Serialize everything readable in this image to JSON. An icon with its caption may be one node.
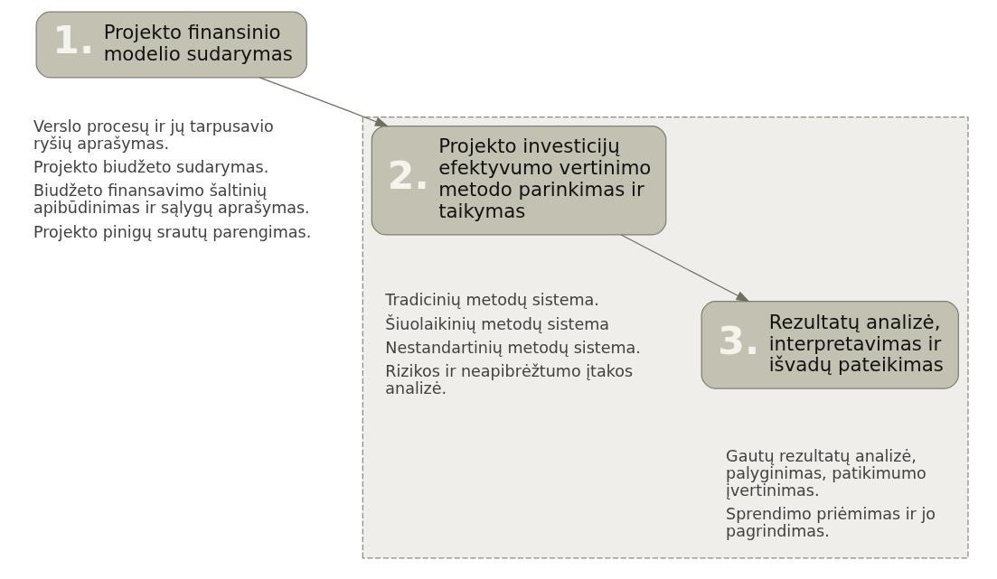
{
  "diagram": {
    "nodes": [
      {
        "text": [
          "1.",
          "Projekto finansinio modelio sudarymas"
        ],
        "beside": [
          "Verslo procesų ir jų tarpusavio ryšių aprašymas.",
          "Projekto biudžeto sudarymas.",
          "Biudžeto finansavimo šaltinių apibūdinimas ir sąlygų aprašymas.",
          "Projekto pinigų srautų parengimas."
        ]
      },
      {
        "text": [],
        "shape": "box"
      },
      {
        "text": [
          "2.",
          "Projekto investicijų efektyvumo vertinimo metodo parinkimas ir taikymas"
        ],
        "in": 1,
        "beside": [
          "Tradicinių metodų sistema.",
          "Šiuolaikinių metodų sistema",
          "Nestandartinių metodų sistema.",
          "Rizikos ir neapibrėžtumo įtakos analizė."
        ]
      },
      {
        "text": [
          "3.",
          "Rezultatų analizė, interpretavimas ir išvadų pateikimas"
        ],
        "in": 1,
        "beside": [
          "Gautų rezultatų analizė, palyginimas, patikimumo įvertinimas.",
          "Sprendimo priėmimas ir jo pagrindimas."
        ]
      }
    ],
    "edges": [
      {
        "from": 0,
        "to": 2,
        "arrow": "to"
      },
      {
        "from": 2,
        "to": 3,
        "arrow": "to"
      }
    ]
  }
}
